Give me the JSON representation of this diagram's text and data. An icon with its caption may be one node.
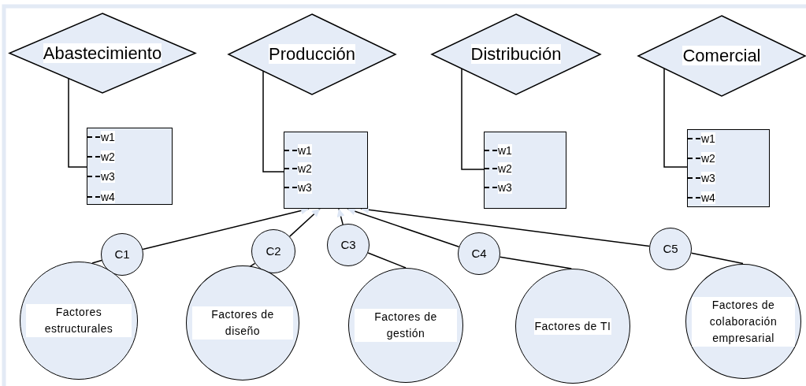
{
  "diagram": {
    "nodes": [
      {
        "text": [
          "Abastecimiento"
        ]
      },
      {
        "text": [
          "Producción"
        ]
      },
      {
        "text": [
          "Distribución"
        ]
      },
      {
        "text": [
          "Comercial"
        ]
      },
      {
        "text": [
          "w1",
          "w2",
          "w3",
          "w4"
        ]
      },
      {
        "text": [
          "w1",
          "w2",
          "w3"
        ]
      },
      {
        "text": [
          "w1",
          "w2",
          "w3"
        ]
      },
      {
        "text": [
          "w1",
          "w2",
          "w3",
          "w4"
        ]
      },
      {
        "text": [
          "C1"
        ]
      },
      {
        "text": [
          "C2"
        ]
      },
      {
        "text": [
          "C3"
        ]
      },
      {
        "text": [
          "C4"
        ]
      },
      {
        "text": [
          "C5"
        ]
      },
      {
        "text": [
          "Factores estructurales"
        ]
      },
      {
        "text": [
          "Factores de diseño"
        ]
      },
      {
        "text": [
          "Factores de gestión"
        ]
      },
      {
        "text": [
          "Factores de TI"
        ]
      },
      {
        "text": [
          "Factores de colaboración empresarial"
        ]
      }
    ],
    "edges": [
      {
        "from": 0,
        "to": 4,
        "arrow": "none"
      },
      {
        "from": 1,
        "to": 5,
        "arrow": "none"
      },
      {
        "from": 2,
        "to": 6,
        "arrow": "none"
      },
      {
        "from": 3,
        "to": 7,
        "arrow": "none"
      },
      {
        "from": 13,
        "to": 8,
        "arrow": "none"
      },
      {
        "from": 8,
        "to": 5,
        "arrow": "to"
      },
      {
        "from": 14,
        "to": 9,
        "arrow": "none"
      },
      {
        "from": 9,
        "to": 5,
        "arrow": "to"
      },
      {
        "from": 15,
        "to": 10,
        "arrow": "none"
      },
      {
        "from": 10,
        "to": 5,
        "arrow": "to"
      },
      {
        "from": 16,
        "to": 11,
        "arrow": "none"
      },
      {
        "from": 11,
        "to": 5,
        "arrow": "to"
      },
      {
        "from": 17,
        "to": 12,
        "arrow": "none"
      },
      {
        "from": 12,
        "to": 5,
        "arrow": "to"
      }
    ]
  }
}
